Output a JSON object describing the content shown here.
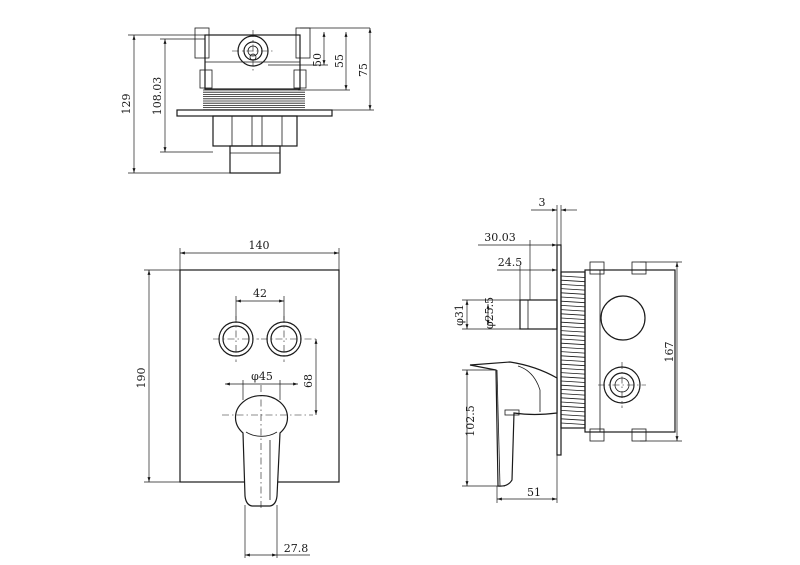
{
  "top_view": {
    "dim_50": "50",
    "dim_55": "55",
    "dim_75": "75",
    "dim_108": "108.03",
    "dim_129": "129"
  },
  "front_view": {
    "dim_140": "140",
    "dim_42": "42",
    "dim_190": "190",
    "dim_68": "68",
    "dim_phi45": "φ45",
    "dim_27_8": "27.8"
  },
  "side_view": {
    "dim_3": "3",
    "dim_30_03": "30.03",
    "dim_24_5": "24.5",
    "dim_phi31": "φ31",
    "dim_phi25_5": "φ25.5",
    "dim_167": "167",
    "dim_102_5": "102.5",
    "dim_51": "51"
  }
}
